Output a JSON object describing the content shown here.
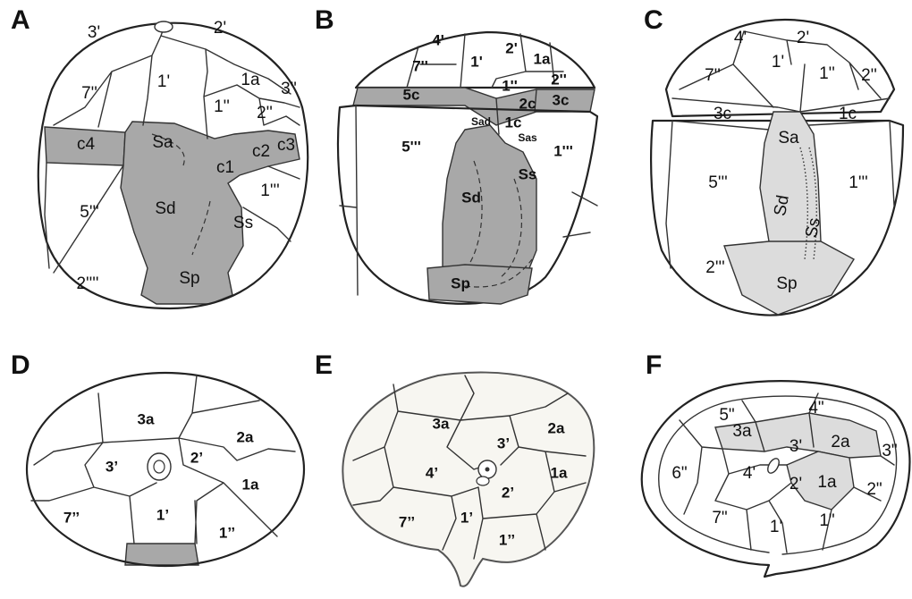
{
  "panels": {
    "A": {
      "letter": "A",
      "labels": {
        "p3p": "3'",
        "p2p": "2'",
        "p1p": "1'",
        "p7pp": "7''",
        "p1a": "1a",
        "p3pp": "3''",
        "p1pp": "1''",
        "p2pp": "2''",
        "c4": "c4",
        "Sa": "Sa",
        "c2": "c2",
        "c3": "c3",
        "c1": "c1",
        "p1ppp": "1'''",
        "p5ppp": "5'''",
        "Sd": "Sd",
        "Ss": "Ss",
        "p2pppp": "2''''",
        "Sp": "Sp"
      }
    },
    "B": {
      "letter": "B",
      "labels": {
        "p4p": "4'",
        "p2p": "2'",
        "p1a": "1a",
        "p1p": "1'",
        "p7pp": "7''",
        "p2pp": "2''",
        "p1pp": "1''",
        "p5c": "5c",
        "p2c": "2c",
        "p3c": "3c",
        "Sad": "Sad",
        "p1c": "1c",
        "Sas": "Sas",
        "p5ppp": "5'''",
        "p1ppp": "1'''",
        "Ss": "Ss",
        "Sd": "Sd",
        "Sp": "Sp"
      }
    },
    "C": {
      "letter": "C",
      "labels": {
        "p4p": "4'",
        "p2p": "2'",
        "p1p": "1'",
        "p7pp": "7''",
        "p1pp": "1''",
        "p2pp": "2''",
        "p3c": "3c",
        "p1c": "1c",
        "Sa": "Sa",
        "p5ppp": "5'''",
        "p1ppp": "1'''",
        "Sd": "Sd",
        "Ss": "Ss",
        "p2ppp": "2'''",
        "Sp": "Sp"
      }
    },
    "D": {
      "letter": "D",
      "labels": {
        "p3a": "3a",
        "p2a": "2a",
        "p3p": "3’",
        "p2p": "2’",
        "p1a": "1a",
        "p7pp": "7’’",
        "p1p": "1’",
        "p1pp": "1’’"
      }
    },
    "E": {
      "letter": "E",
      "labels": {
        "p3a": "3a",
        "p2a": "2a",
        "p3p": "3’",
        "p4p": "4’",
        "p1a": "1a",
        "p2p": "2’",
        "p7pp": "7’’",
        "p1p": "1’",
        "p1pp": "1’’"
      }
    },
    "F": {
      "letter": "F",
      "labels": {
        "p5pp": "5\"",
        "p4pp": "4\"",
        "p3a": "3a",
        "p2a": "2a",
        "p3pp": "3\"",
        "p3p": "3'",
        "p6pp": "6\"",
        "p4p": "4'",
        "p1a": "1a",
        "p2p": "2'",
        "p2pp": "2\"",
        "p7pp": "7\"",
        "p1p": "1'",
        "p1pp": "1\""
      }
    }
  },
  "colors": {
    "plate_dark": "#a8a8a8",
    "plate_light": "#dcdcdc",
    "panel_E_bg": "#f7f6f1"
  }
}
